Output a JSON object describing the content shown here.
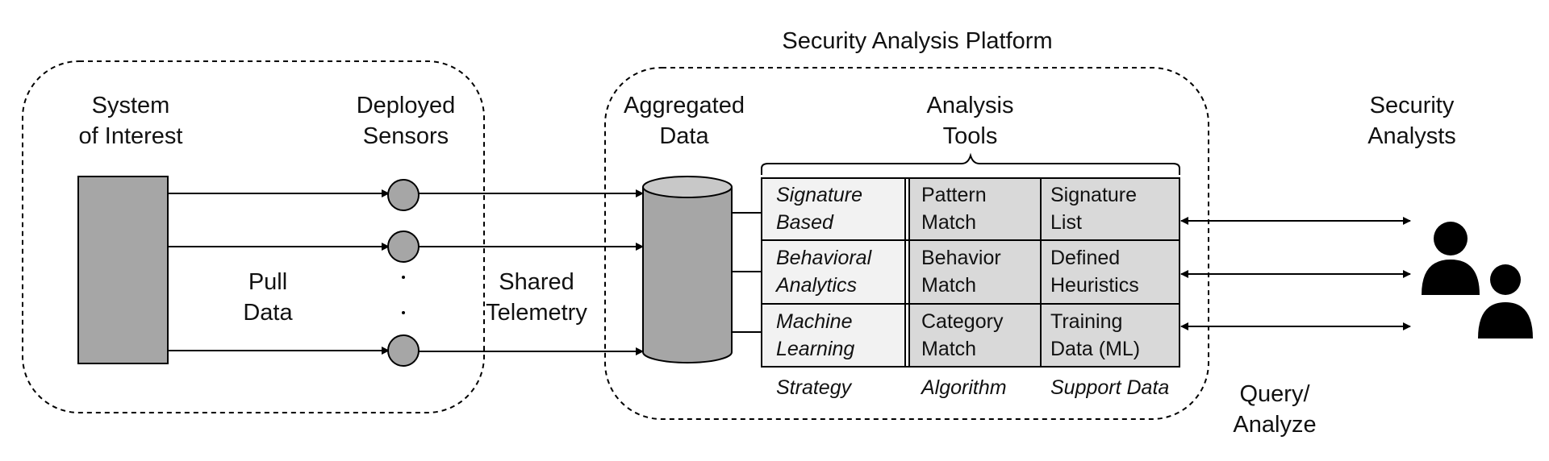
{
  "platform": {
    "title": "Security Analysis Platform"
  },
  "left": {
    "system": {
      "line1": "System",
      "line2": "of Interest"
    },
    "sensors": {
      "line1": "Deployed",
      "line2": "Sensors"
    },
    "pull": {
      "line1": "Pull",
      "line2": "Data"
    }
  },
  "shared": {
    "line1": "Shared",
    "line2": "Telemetry"
  },
  "aggregated": {
    "line1": "Aggregated",
    "line2": "Data"
  },
  "tools": {
    "header": {
      "line1": "Analysis",
      "line2": "Tools"
    },
    "rows": [
      {
        "strategy": [
          "Signature",
          "Based"
        ],
        "algorithm": [
          "Pattern",
          "Match"
        ],
        "support": [
          "Signature",
          "List"
        ]
      },
      {
        "strategy": [
          "Behavioral",
          "Analytics"
        ],
        "algorithm": [
          "Behavior",
          "Match"
        ],
        "support": [
          "Defined",
          "Heuristics"
        ]
      },
      {
        "strategy": [
          "Machine",
          "Learning"
        ],
        "algorithm": [
          "Category",
          "Match"
        ],
        "support": [
          "Training",
          "Data (ML)"
        ]
      }
    ],
    "columns": {
      "strategy": "Strategy",
      "algorithm": "Algorithm",
      "support": "Support Data"
    }
  },
  "analysts": {
    "label": {
      "line1": "Security",
      "line2": "Analysts"
    },
    "query": {
      "line1": "Query/",
      "line2": "Analyze"
    }
  },
  "colors": {
    "box_gray": "#a6a6a6",
    "cell_light": "#f2f2f2",
    "cell_mid": "#d9d9d9",
    "ink": "#000000"
  }
}
